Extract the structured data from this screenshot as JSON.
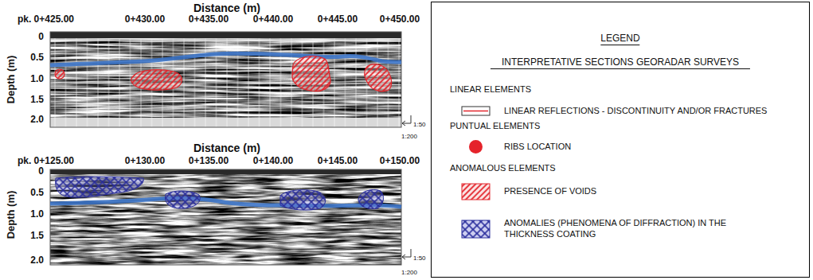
{
  "diagram": {
    "nodes": [
      {
        "text": [
          "LEGEND",
          "INTERPRETATIVE SECTIONS GEORADAR SURVEYS"
        ]
      }
    ],
    "labels": [
      "Distance (m)",
      "pk. 0+425.00",
      "0+430.00",
      "0+435.00",
      "0+440.00",
      "0+445.00",
      "0+450.00",
      "Depth (m)",
      "0",
      "0.5",
      "1.0",
      "1.5",
      "2.0",
      "1:50",
      "1:200",
      "Distance (m)",
      "pk. 0+125.00",
      "0+130.00",
      "0+135.00",
      "0+140.00",
      "0+145.00",
      "0+150.00",
      "Depth (m)",
      "0",
      "0.5",
      "1.0",
      "1.5",
      "2.0",
      "1:50",
      "1:200",
      "LINEAR ELEMENTS",
      "PUNTUAL ELEMENTS",
      "ANOMALOUS ELEMENTS"
    ],
    "legend": [
      {
        "text": "LINEAR REFLECTIONS - DISCONTINUITY AND/OR FRACTURES"
      },
      {
        "text": "RIBS LOCATION",
        "color": "#e5232b"
      },
      {
        "text": "PRESENCE OF VOIDS"
      },
      {
        "text": "ANOMALIES (PHENOMENA OF DIFFRACTION) IN THE THICKNESS COATING"
      }
    ]
  }
}
